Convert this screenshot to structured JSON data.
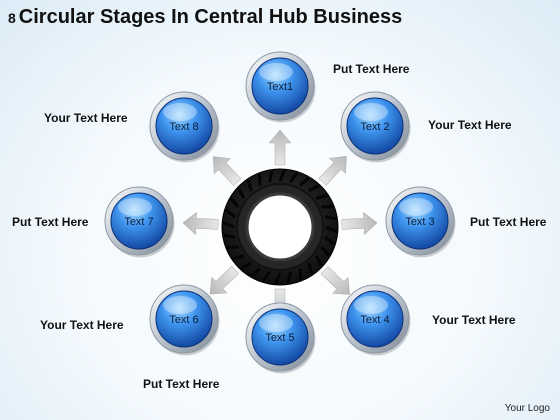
{
  "title": {
    "number": "8",
    "text": "Circular Stages In Central Hub Business"
  },
  "nodes": [
    {
      "label": "Text1"
    },
    {
      "label": "Text 2"
    },
    {
      "label": "Text 3"
    },
    {
      "label": "Text 4"
    },
    {
      "label": "Text 5"
    },
    {
      "label": "Text 6"
    },
    {
      "label": "Text 7"
    },
    {
      "label": "Text 8"
    }
  ],
  "captions": [
    "Put Text Here",
    "Your Text Here",
    "Put Text Here",
    "Your Text Here",
    "Put Text Here",
    "Your Text Here",
    "Put Text Here",
    "Your Text Here"
  ],
  "hub": {
    "icon": "tire-icon"
  },
  "footer": {
    "logo": "Your Logo"
  },
  "colors": {
    "node_blue": "#2f7fe0",
    "node_dark": "#0d3f9a",
    "ring": "#c7ced6",
    "arrow": "#c8c8c8",
    "tire": "#1c1c1c"
  }
}
